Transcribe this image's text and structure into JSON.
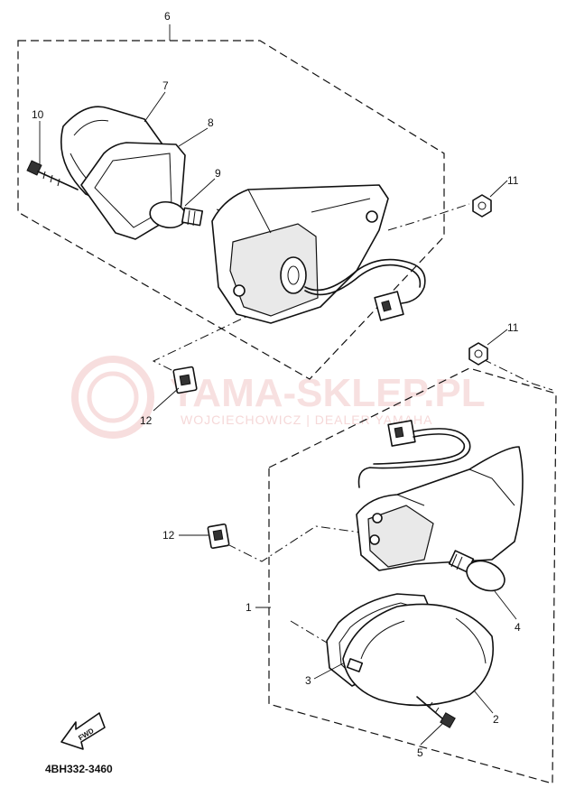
{
  "callouts": {
    "c1": "1",
    "c2": "2",
    "c3": "3",
    "c4": "4",
    "c5": "5",
    "c6": "6",
    "c7": "7",
    "c8": "8",
    "c9": "9",
    "c10": "10",
    "c11a": "11",
    "c11b": "11",
    "c12a": "12",
    "c12b": "12"
  },
  "diagram_code": "4BH332-3460",
  "fwd_label": "FWD",
  "watermark": {
    "title": "YAMA-SKLEP.PL",
    "subtitle": "WOJCIECHOWICZ | DEALER YAMAHA"
  }
}
